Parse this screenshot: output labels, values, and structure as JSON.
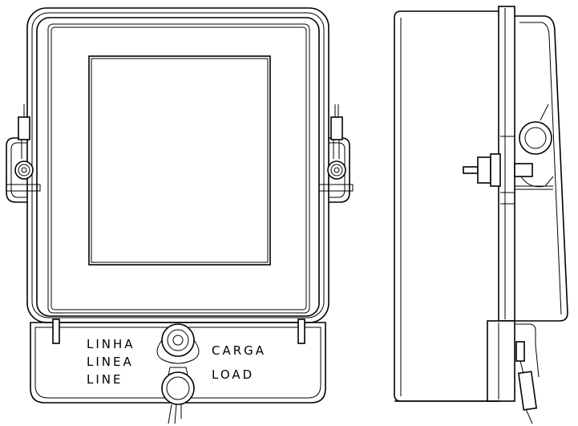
{
  "labels": {
    "line_pt": "LINHA",
    "line_es": "LINEA",
    "line_en": "LINE",
    "load_pt": "CARGA",
    "load_en": "LOAD"
  }
}
